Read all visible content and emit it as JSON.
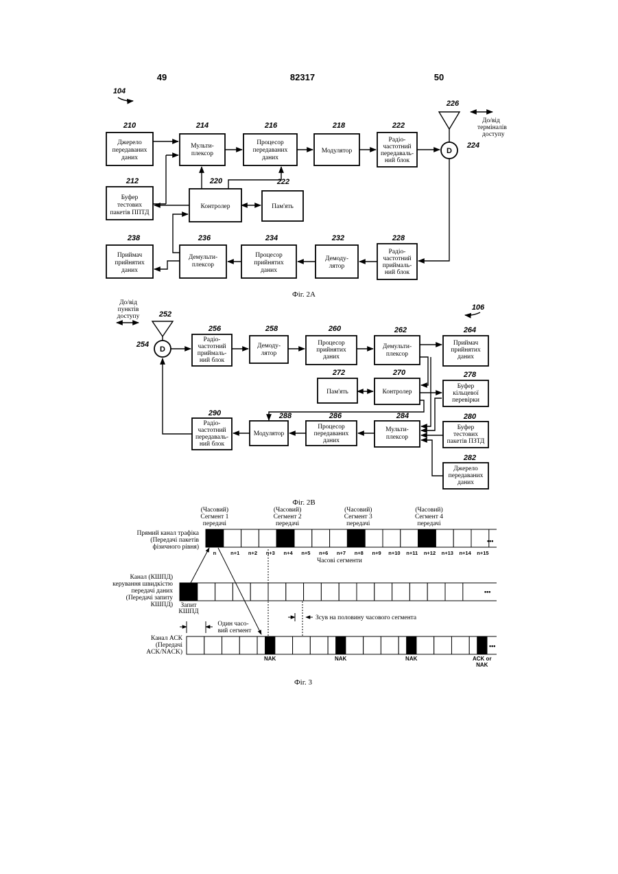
{
  "header": {
    "left_page": "49",
    "doc_number": "82317",
    "right_page": "50"
  },
  "fig2a": {
    "ref": "104",
    "caption": "Фіг. 2А",
    "blocks": [
      {
        "ref": "210",
        "lines": [
          "Джерело",
          "передаваних",
          "даних"
        ]
      },
      {
        "ref": "214",
        "lines": [
          "Мульти-",
          "плексор"
        ]
      },
      {
        "ref": "216",
        "lines": [
          "Процесор",
          "передаваних",
          "даних"
        ]
      },
      {
        "ref": "218",
        "lines": [
          "Модулятор"
        ]
      },
      {
        "ref": "222",
        "lines": [
          "Радіо-",
          "частотний",
          "передаваль-",
          "ний блок"
        ]
      },
      {
        "ref": "212",
        "lines": [
          "Буфер",
          "тестових",
          "пакетів ППТД"
        ]
      },
      {
        "ref": "220",
        "lines": [
          "Контролер"
        ]
      },
      {
        "ref": "222",
        "lines": [
          "Пам'ять"
        ]
      },
      {
        "ref": "238",
        "lines": [
          "Приймач",
          "прийнятих",
          "даних"
        ]
      },
      {
        "ref": "236",
        "lines": [
          "Демульти-",
          "плексор"
        ]
      },
      {
        "ref": "234",
        "lines": [
          "Процесор",
          "прийнятих",
          "даних"
        ]
      },
      {
        "ref": "232",
        "lines": [
          "Демоду-",
          "лятор"
        ]
      },
      {
        "ref": "228",
        "lines": [
          "Радіо-",
          "частотний",
          "приймаль-",
          "ний блок"
        ]
      }
    ],
    "antenna_ref": "226",
    "duplexer_ref": "224",
    "duplexer_label": "D",
    "io_label": [
      "До/від",
      "терміналів",
      "доступу"
    ]
  },
  "fig2b": {
    "ref": "106",
    "caption": "Фіг. 2В",
    "blocks": [
      {
        "ref": "256",
        "lines": [
          "Радіо-",
          "частотний",
          "приймаль-",
          "ний блок"
        ]
      },
      {
        "ref": "258",
        "lines": [
          "Демоду-",
          "лятор"
        ]
      },
      {
        "ref": "260",
        "lines": [
          "Процесор",
          "прийнятих",
          "даних"
        ]
      },
      {
        "ref": "262",
        "lines": [
          "Демульти-",
          "плексор"
        ]
      },
      {
        "ref": "264",
        "lines": [
          "Приймач",
          "прийнятих",
          "даних"
        ]
      },
      {
        "ref": "272",
        "lines": [
          "Пам'ять"
        ]
      },
      {
        "ref": "270",
        "lines": [
          "Контролер"
        ]
      },
      {
        "ref": "278",
        "lines": [
          "Буфер",
          "кільцевої",
          "перевірки"
        ]
      },
      {
        "ref": "290",
        "lines": [
          "Радіо-",
          "частотний",
          "передаваль-",
          "ний блок"
        ]
      },
      {
        "ref": "288",
        "lines": [
          "Модулятор"
        ]
      },
      {
        "ref": "286",
        "lines": [
          "Процесор",
          "передаваних",
          "даних"
        ]
      },
      {
        "ref": "284",
        "lines": [
          "Мульти-",
          "плексор"
        ]
      },
      {
        "ref": "280",
        "lines": [
          "Буфер",
          "тестових",
          "пакетів ПЗТД"
        ]
      },
      {
        "ref": "282",
        "lines": [
          "Джерело",
          "передаваних",
          "даних"
        ]
      }
    ],
    "antenna_ref": "252",
    "duplexer_ref": "254",
    "duplexer_label": "D",
    "io_label": [
      "До/від",
      "пунктів",
      "доступу"
    ]
  },
  "fig3": {
    "caption": "Фіг. 3",
    "segments": [
      [
        "(Часовий)",
        "Сегмент 1",
        "передачі"
      ],
      [
        "(Часовий)",
        "Сегмент 2",
        "передачі"
      ],
      [
        "(Часовий)",
        "Сегмент 3",
        "передачі"
      ],
      [
        "(Часовий)",
        "Сегмент 4",
        "передачі"
      ]
    ],
    "forward_channel_label": [
      "Прямий канал трафіка",
      "(Передачі пакетів",
      "фізичного рівня)"
    ],
    "slot_labels": [
      "n",
      "n+1",
      "n+2",
      "n+3",
      "n+4",
      "n+5",
      "n+6",
      "n+7",
      "n+8",
      "n+9",
      "n+10",
      "n+11",
      "n+12",
      "n+13",
      "n+14",
      "n+15"
    ],
    "slots_axis_label": "Часові сегменти",
    "drc_channel_label": [
      "Канал (КШПД)",
      "керування швидкістю",
      "передачі даних",
      "(Передачі запиту",
      "КШПД)"
    ],
    "drc_request_label": [
      "Запит",
      "КШПД"
    ],
    "one_slot_label": [
      "Один часо-",
      "вий сегмент"
    ],
    "half_slot_label": "Зсув на половину часового сегмента",
    "ack_channel_label": [
      "Канал АСК",
      "(Передачі",
      "ACK/NACK)"
    ],
    "ack_labels": [
      "NAK",
      "NAK",
      "NAK",
      "ACK or NAK"
    ],
    "ellipsis": "•••"
  }
}
